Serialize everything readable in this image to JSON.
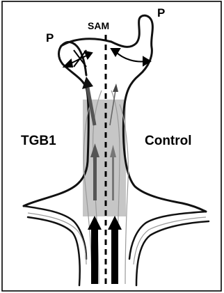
{
  "labels": {
    "sam": "SAM",
    "p_left": "P",
    "p_right": "P",
    "tgb1": "TGB1",
    "control": "Control"
  },
  "colors": {
    "outline": "#111111",
    "shaded_region": "#c6c6c6",
    "vein_lines": "#9a9a9a",
    "arrow_dark": "#555555",
    "arrow_black": "#000000"
  },
  "icons": {
    "blocked_arrow": "crossed-double-arrow-icon",
    "open_arrow": "curved-double-arrow-icon"
  }
}
